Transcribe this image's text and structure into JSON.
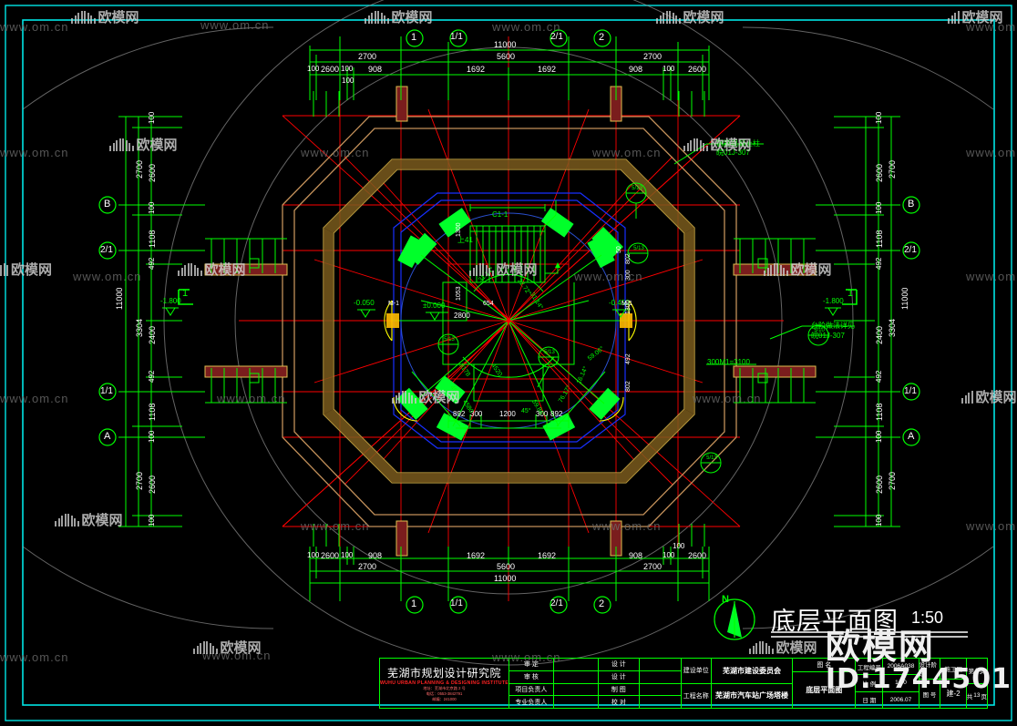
{
  "app": {
    "kind": "cad-drawing-screenshot",
    "background_color": "#000000",
    "frame_color": "#00e5e5",
    "grid_color": "#00ff00",
    "wall_color": "#cc9966",
    "axis_color": "#ff0000",
    "highlight_color": "#00ff2a",
    "door_color": "#ffff00",
    "title_block_color": "#00ff00"
  },
  "drawing": {
    "title": "底层平面图",
    "scale_label": "1:50",
    "north_label": "N",
    "section_markers": [
      "1",
      "1"
    ],
    "elevations": [
      "-1.800",
      "-0.050",
      "±0.000",
      "-0.450",
      "-1.800"
    ],
    "stair_label": "C1-1",
    "stair_direction": "上41",
    "door_tags": [
      "M-1",
      "M-1"
    ],
    "detail_tags": [
      "5/13",
      "5/13",
      "5/13",
      "5/13",
      "5/13",
      "5/10"
    ],
    "notes": [
      {
        "text": "钢筋混凝土柱",
        "ref": "皖01J-307"
      },
      {
        "text": "台阶做法详见",
        "ref": "皖01J-307"
      }
    ],
    "extra_labels": [
      "300M1=3100",
      "2800",
      "1300",
      "1053",
      "654",
      "1300",
      "300",
      "802",
      "50",
      "492",
      "802"
    ],
    "angles": [
      "31.14°",
      "22.72°",
      "31.14°",
      "59.06°",
      "76.17°",
      "16.14°",
      "59.86°",
      "45°"
    ],
    "radii": [
      "3178",
      "4520",
      "4580",
      "4580",
      "4620"
    ]
  },
  "grid": {
    "top_labels": [
      "1",
      "1/1",
      "2/1",
      "2"
    ],
    "bottom_labels": [
      "1",
      "1/1",
      "2/1",
      "2"
    ],
    "left_labels": [
      "B",
      "2/1",
      "1/1",
      "A"
    ],
    "right_labels": [
      "B",
      "2/1",
      "1/1",
      "A"
    ]
  },
  "dimensions": {
    "top": {
      "total": "11000",
      "row_major": [
        "2700",
        "5600",
        "2700"
      ],
      "row_minor": [
        "100",
        "2600",
        "100",
        "908",
        "1692",
        "1692",
        "908",
        "100",
        "2600",
        "100"
      ]
    },
    "bottom": {
      "total": "11000",
      "row_major": [
        "2700",
        "5600",
        "2700"
      ],
      "row_minor": [
        "100",
        "2600",
        "100",
        "908",
        "1692",
        "1692",
        "908",
        "100",
        "2600",
        "100"
      ]
    },
    "left": {
      "total": "11000",
      "row_major": [
        "2700",
        "3304",
        "2700"
      ],
      "row_minor": [
        "100",
        "2600",
        "100",
        "1108",
        "492",
        "2400",
        "492",
        "1108",
        "100",
        "2600",
        "100"
      ]
    },
    "right": {
      "total": "11000",
      "row_major": [
        "2700",
        "3304",
        "2700"
      ],
      "row_minor": [
        "100",
        "2600",
        "100",
        "1108",
        "492",
        "2400",
        "492",
        "1108",
        "100",
        "2600",
        "100"
      ]
    },
    "center_bottom": [
      "892",
      "300",
      "1200",
      "300",
      "892"
    ]
  },
  "title_block": {
    "company_cn": "芜湖市规划设计研究院",
    "company_en": "WUHU URBAN PLANNING & DESIGNING INSTITUTE",
    "company_addr1": "地址：芜湖市北京路 2 号",
    "company_addr2": "电话：0553-3842791",
    "company_addr3": "邮编：241000",
    "roles": [
      {
        "label": "审    定",
        "value": ""
      },
      {
        "label": "审    核",
        "value": ""
      },
      {
        "label": "项目负责人",
        "value": ""
      },
      {
        "label": "专业负责人",
        "value": ""
      }
    ],
    "roles2": [
      {
        "label": "设    计",
        "value": ""
      },
      {
        "label": "设    计",
        "value": ""
      },
      {
        "label": "制    图",
        "value": ""
      },
      {
        "label": "校    对",
        "value": ""
      }
    ],
    "client_label": "建设单位",
    "client_value": "芜湖市建设委员会",
    "project_label": "工程名称",
    "project_value": "芜湖市汽车站广场塔楼",
    "sheet_name_label": "图    名",
    "sheet_name_value": "底层平面图",
    "fields": [
      {
        "label": "工程编号",
        "value": "2006A038"
      },
      {
        "label": "比    例",
        "value": "1:50"
      },
      {
        "label": "日    期",
        "value": "2006.07"
      }
    ],
    "fields2": [
      {
        "label": "设计阶段",
        "value": "施工图"
      },
      {
        "label": "图    号",
        "value": "建-2"
      }
    ],
    "pages": [
      {
        "label": "第",
        "value": "2",
        "unit": "页"
      },
      {
        "label": "共",
        "value": "13",
        "unit": "页"
      }
    ]
  },
  "watermarks": {
    "url_text": "www.om.cn",
    "logo_text": "欧模网",
    "big_line1": "欧模网",
    "big_line2": "ID:1744501"
  }
}
